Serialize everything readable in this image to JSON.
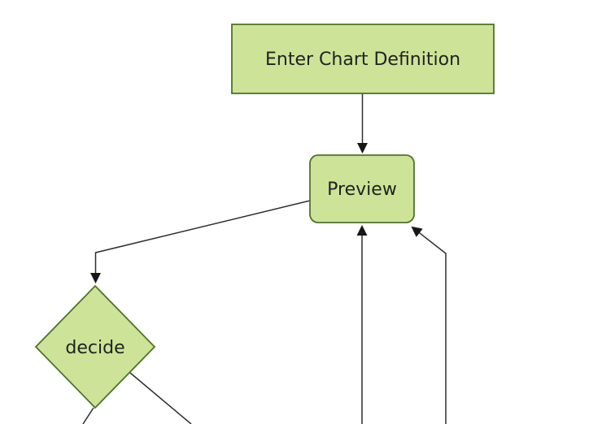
{
  "diagram": {
    "type": "flowchart",
    "direction": "top-down",
    "nodes": [
      {
        "id": "enter-chart-definition",
        "label": "Enter Chart Definition",
        "shape": "rectangle"
      },
      {
        "id": "preview",
        "label": "Preview",
        "shape": "rounded-rectangle"
      },
      {
        "id": "decide",
        "label": "decide",
        "shape": "diamond"
      }
    ],
    "edges": [
      {
        "from": "enter-chart-definition",
        "to": "preview",
        "arrowhead_visible": true
      },
      {
        "from": "preview",
        "to": "decide",
        "arrowhead_visible": true
      },
      {
        "from": "offscreen-bottom",
        "to": "preview",
        "arrowhead_visible": true
      },
      {
        "from": "offscreen-bottom-right",
        "to": "preview",
        "arrowhead_visible": true
      },
      {
        "from": "decide",
        "to": "offscreen-bottom-left",
        "arrowhead_visible": false
      },
      {
        "from": "decide",
        "to": "offscreen-bottom-right",
        "arrowhead_visible": false
      }
    ],
    "colors": {
      "background": "#ffffff",
      "node_fill": "#cde498",
      "node_border": "#50722a",
      "edge_line": "#2e2e2e",
      "arrowhead": "#161616",
      "label_text": "#222222"
    }
  }
}
